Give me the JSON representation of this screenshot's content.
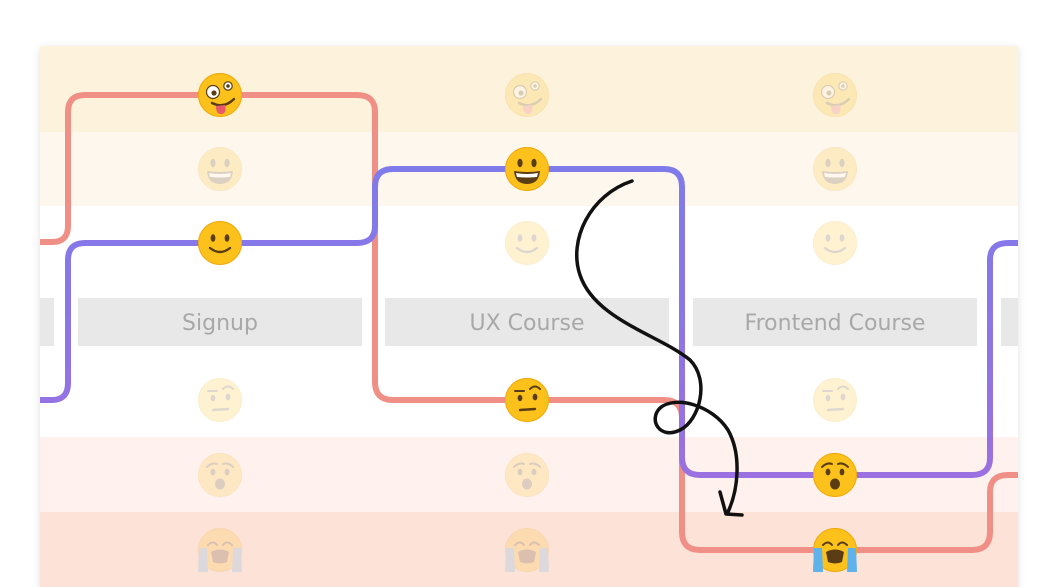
{
  "board": {
    "row_colors": [
      "#fdf2dc",
      "#fef7ee",
      "#ffffff",
      "#ffffff",
      "#ffffff",
      "#fff2ee",
      "#fde2d8"
    ],
    "label_box_color": "#e8e8e8",
    "faded_emoji_opacity": 0.2
  },
  "stages": [
    {
      "label": "Signup"
    },
    {
      "label": "UX Course"
    },
    {
      "label": "Frontend Course"
    }
  ],
  "emotion_levels": [
    {
      "name": "zany-face-icon",
      "row": 0
    },
    {
      "name": "grinning-face-icon",
      "row": 1
    },
    {
      "name": "slightly-smiling-face-icon",
      "row": 2
    },
    {
      "name": "raised-eyebrow-face-icon",
      "row": 4
    },
    {
      "name": "worried-face-icon",
      "row": 5
    },
    {
      "name": "loudly-crying-face-icon",
      "row": 6
    }
  ],
  "journeys": [
    {
      "name": "salmon-journey",
      "color": "#f08f85",
      "levels": [
        "slightly-smiling-face-icon",
        "zany-face-icon",
        "raised-eyebrow-face-icon",
        "loudly-crying-face-icon",
        "worried-face-icon"
      ]
    },
    {
      "name": "purple-journey",
      "color": "#8b72e2",
      "levels": [
        "raised-eyebrow-face-icon",
        "slightly-smiling-face-icon",
        "grinning-face-icon",
        "worried-face-icon",
        "slightly-smiling-face-icon"
      ]
    }
  ],
  "annotation": {
    "name": "hand-drawn-arrow",
    "color": "#111111"
  }
}
